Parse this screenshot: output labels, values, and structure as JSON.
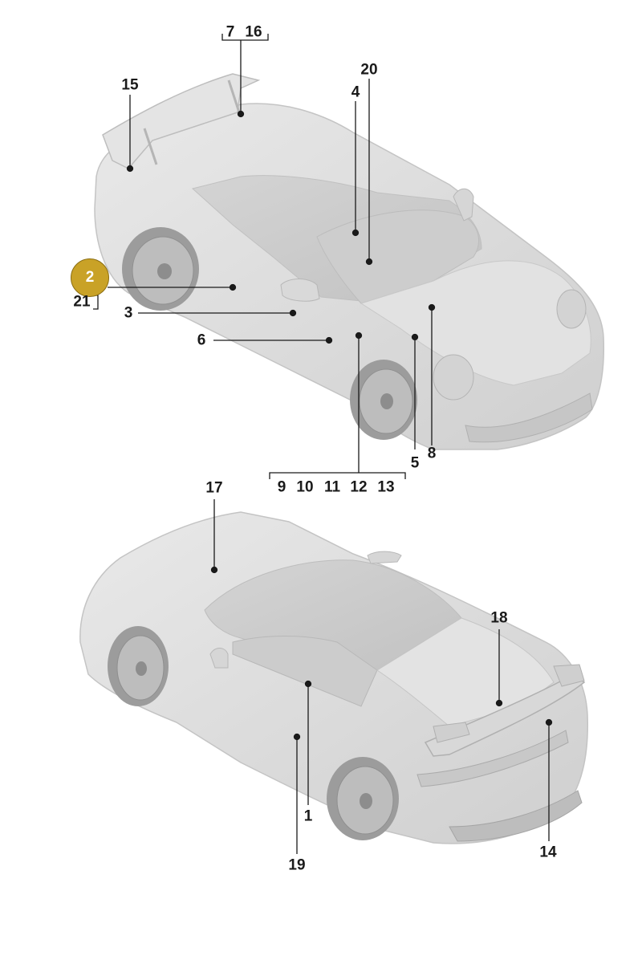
{
  "diagram": {
    "highlighted_label": "2",
    "colors": {
      "highlight": "#c9a227",
      "car_body": "#dedede",
      "car_shadow": "#b9b9b9",
      "lines": "#1a1a1a"
    },
    "top_view": {
      "labels": {
        "l7": "7",
        "l16": "16",
        "l15": "15",
        "l20": "20",
        "l4": "4",
        "l21": "21",
        "l3": "3",
        "l6": "6",
        "l5": "5",
        "l8": "8",
        "l9": "9",
        "l10": "10",
        "l11": "11",
        "l12": "12",
        "l13": "13"
      }
    },
    "bottom_view": {
      "labels": {
        "l17": "17",
        "l18": "18",
        "l1": "1",
        "l19": "19",
        "l14": "14"
      }
    }
  }
}
